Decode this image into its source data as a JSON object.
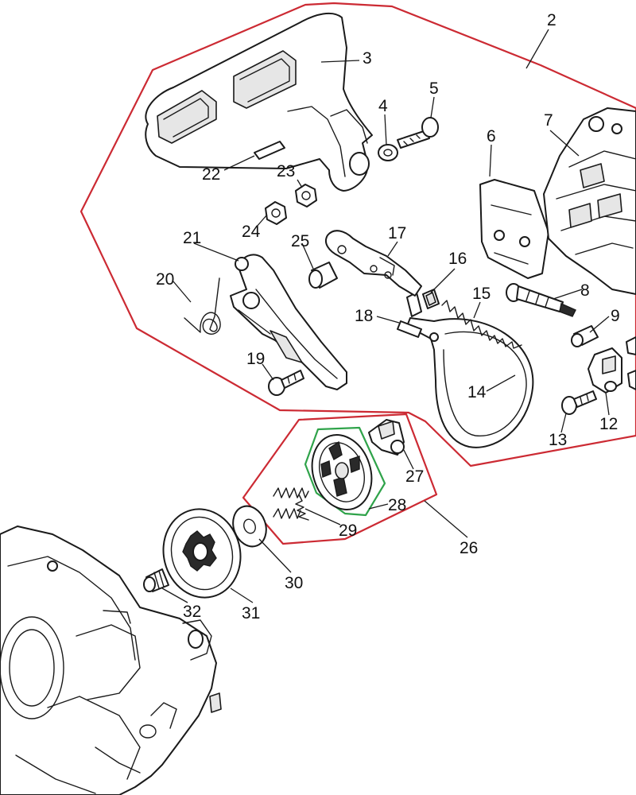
{
  "diagram": {
    "group_outline_color": "#cc2a33",
    "highlight_outline_color": "#2fa34a",
    "callouts": [
      {
        "id": "c2",
        "label": "2"
      },
      {
        "id": "c3",
        "label": "3"
      },
      {
        "id": "c4",
        "label": "4"
      },
      {
        "id": "c5",
        "label": "5"
      },
      {
        "id": "c6",
        "label": "6"
      },
      {
        "id": "c7",
        "label": "7"
      },
      {
        "id": "c8",
        "label": "8"
      },
      {
        "id": "c9",
        "label": "9"
      },
      {
        "id": "c12",
        "label": "12"
      },
      {
        "id": "c13",
        "label": "13"
      },
      {
        "id": "c14",
        "label": "14"
      },
      {
        "id": "c15",
        "label": "15"
      },
      {
        "id": "c16",
        "label": "16"
      },
      {
        "id": "c17",
        "label": "17"
      },
      {
        "id": "c18",
        "label": "18"
      },
      {
        "id": "c19",
        "label": "19"
      },
      {
        "id": "c20",
        "label": "20"
      },
      {
        "id": "c21",
        "label": "21"
      },
      {
        "id": "c22",
        "label": "22"
      },
      {
        "id": "c23",
        "label": "23"
      },
      {
        "id": "c24",
        "label": "24"
      },
      {
        "id": "c25",
        "label": "25"
      },
      {
        "id": "c26",
        "label": "26"
      },
      {
        "id": "c27",
        "label": "27"
      },
      {
        "id": "c28",
        "label": "28"
      },
      {
        "id": "c29",
        "label": "29"
      },
      {
        "id": "c30",
        "label": "30"
      },
      {
        "id": "c31",
        "label": "31"
      },
      {
        "id": "c32",
        "label": "32"
      }
    ]
  }
}
